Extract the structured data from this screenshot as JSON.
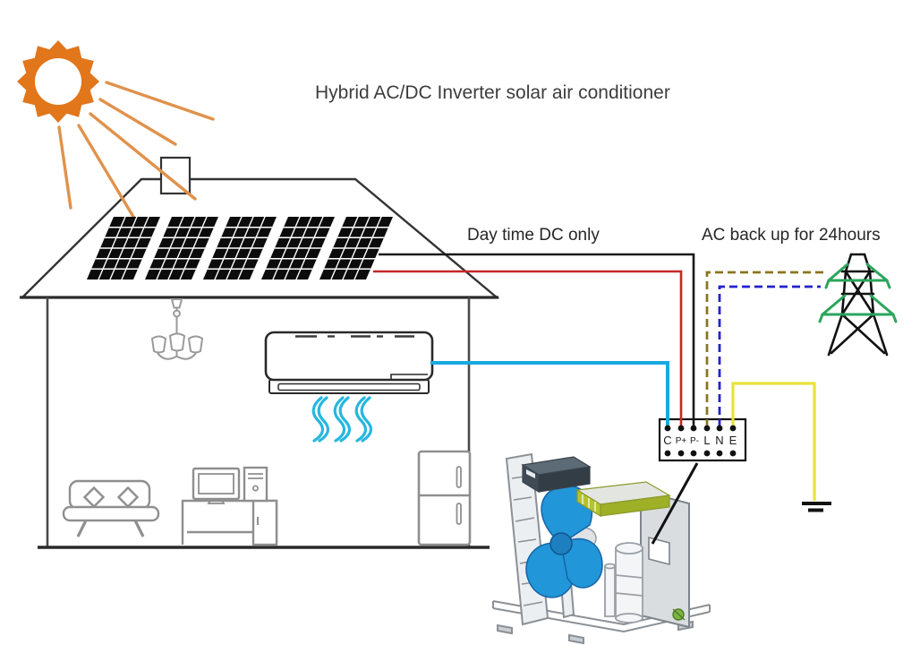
{
  "title": "Hybrid AC/DC Inverter solar air conditioner",
  "annotations": {
    "day_dc_label": "Day time DC only",
    "ac_backup_label": "AC back up for 24hours"
  },
  "terminal_block": {
    "labels": [
      "C",
      "P+",
      "P-",
      "L",
      "N",
      "E"
    ]
  },
  "components": [
    "sun-icon",
    "solar-panel-array",
    "house",
    "chimney",
    "chandelier-icon",
    "air-conditioner-indoor-unit",
    "cool-air-waves-icon",
    "sofa-icon",
    "computer-desk-icon",
    "refrigerator-icon",
    "terminal-block",
    "transmission-tower-icon",
    "ground-symbol-icon",
    "outdoor-unit"
  ],
  "wires": [
    {
      "name": "dc-negative-wire",
      "terminal": "P-",
      "color": "#1A1A1A",
      "style": "solid"
    },
    {
      "name": "dc-positive-wire",
      "terminal": "P+",
      "color": "#C62828",
      "style": "solid"
    },
    {
      "name": "indoor-unit-wire",
      "terminal": "C",
      "color": "#18A9E0",
      "style": "solid"
    },
    {
      "name": "ac-live-wire",
      "terminal": "L",
      "color": "#8A751D",
      "style": "dashed"
    },
    {
      "name": "ac-neutral-wire",
      "terminal": "N",
      "color": "#2222CC",
      "style": "dashed"
    },
    {
      "name": "earth-wire",
      "terminal": "E",
      "color": "#E9E23A",
      "style": "solid"
    }
  ],
  "colors": {
    "sun_orange": "#E2761B",
    "ray_orange": "#E0924C",
    "tower_green": "#2BA55C",
    "furniture_gray": "#8F8F8F",
    "fan_blue": "#2196D8",
    "pcb_green": "#B4C42E",
    "outline_black": "#1A1A1A"
  }
}
